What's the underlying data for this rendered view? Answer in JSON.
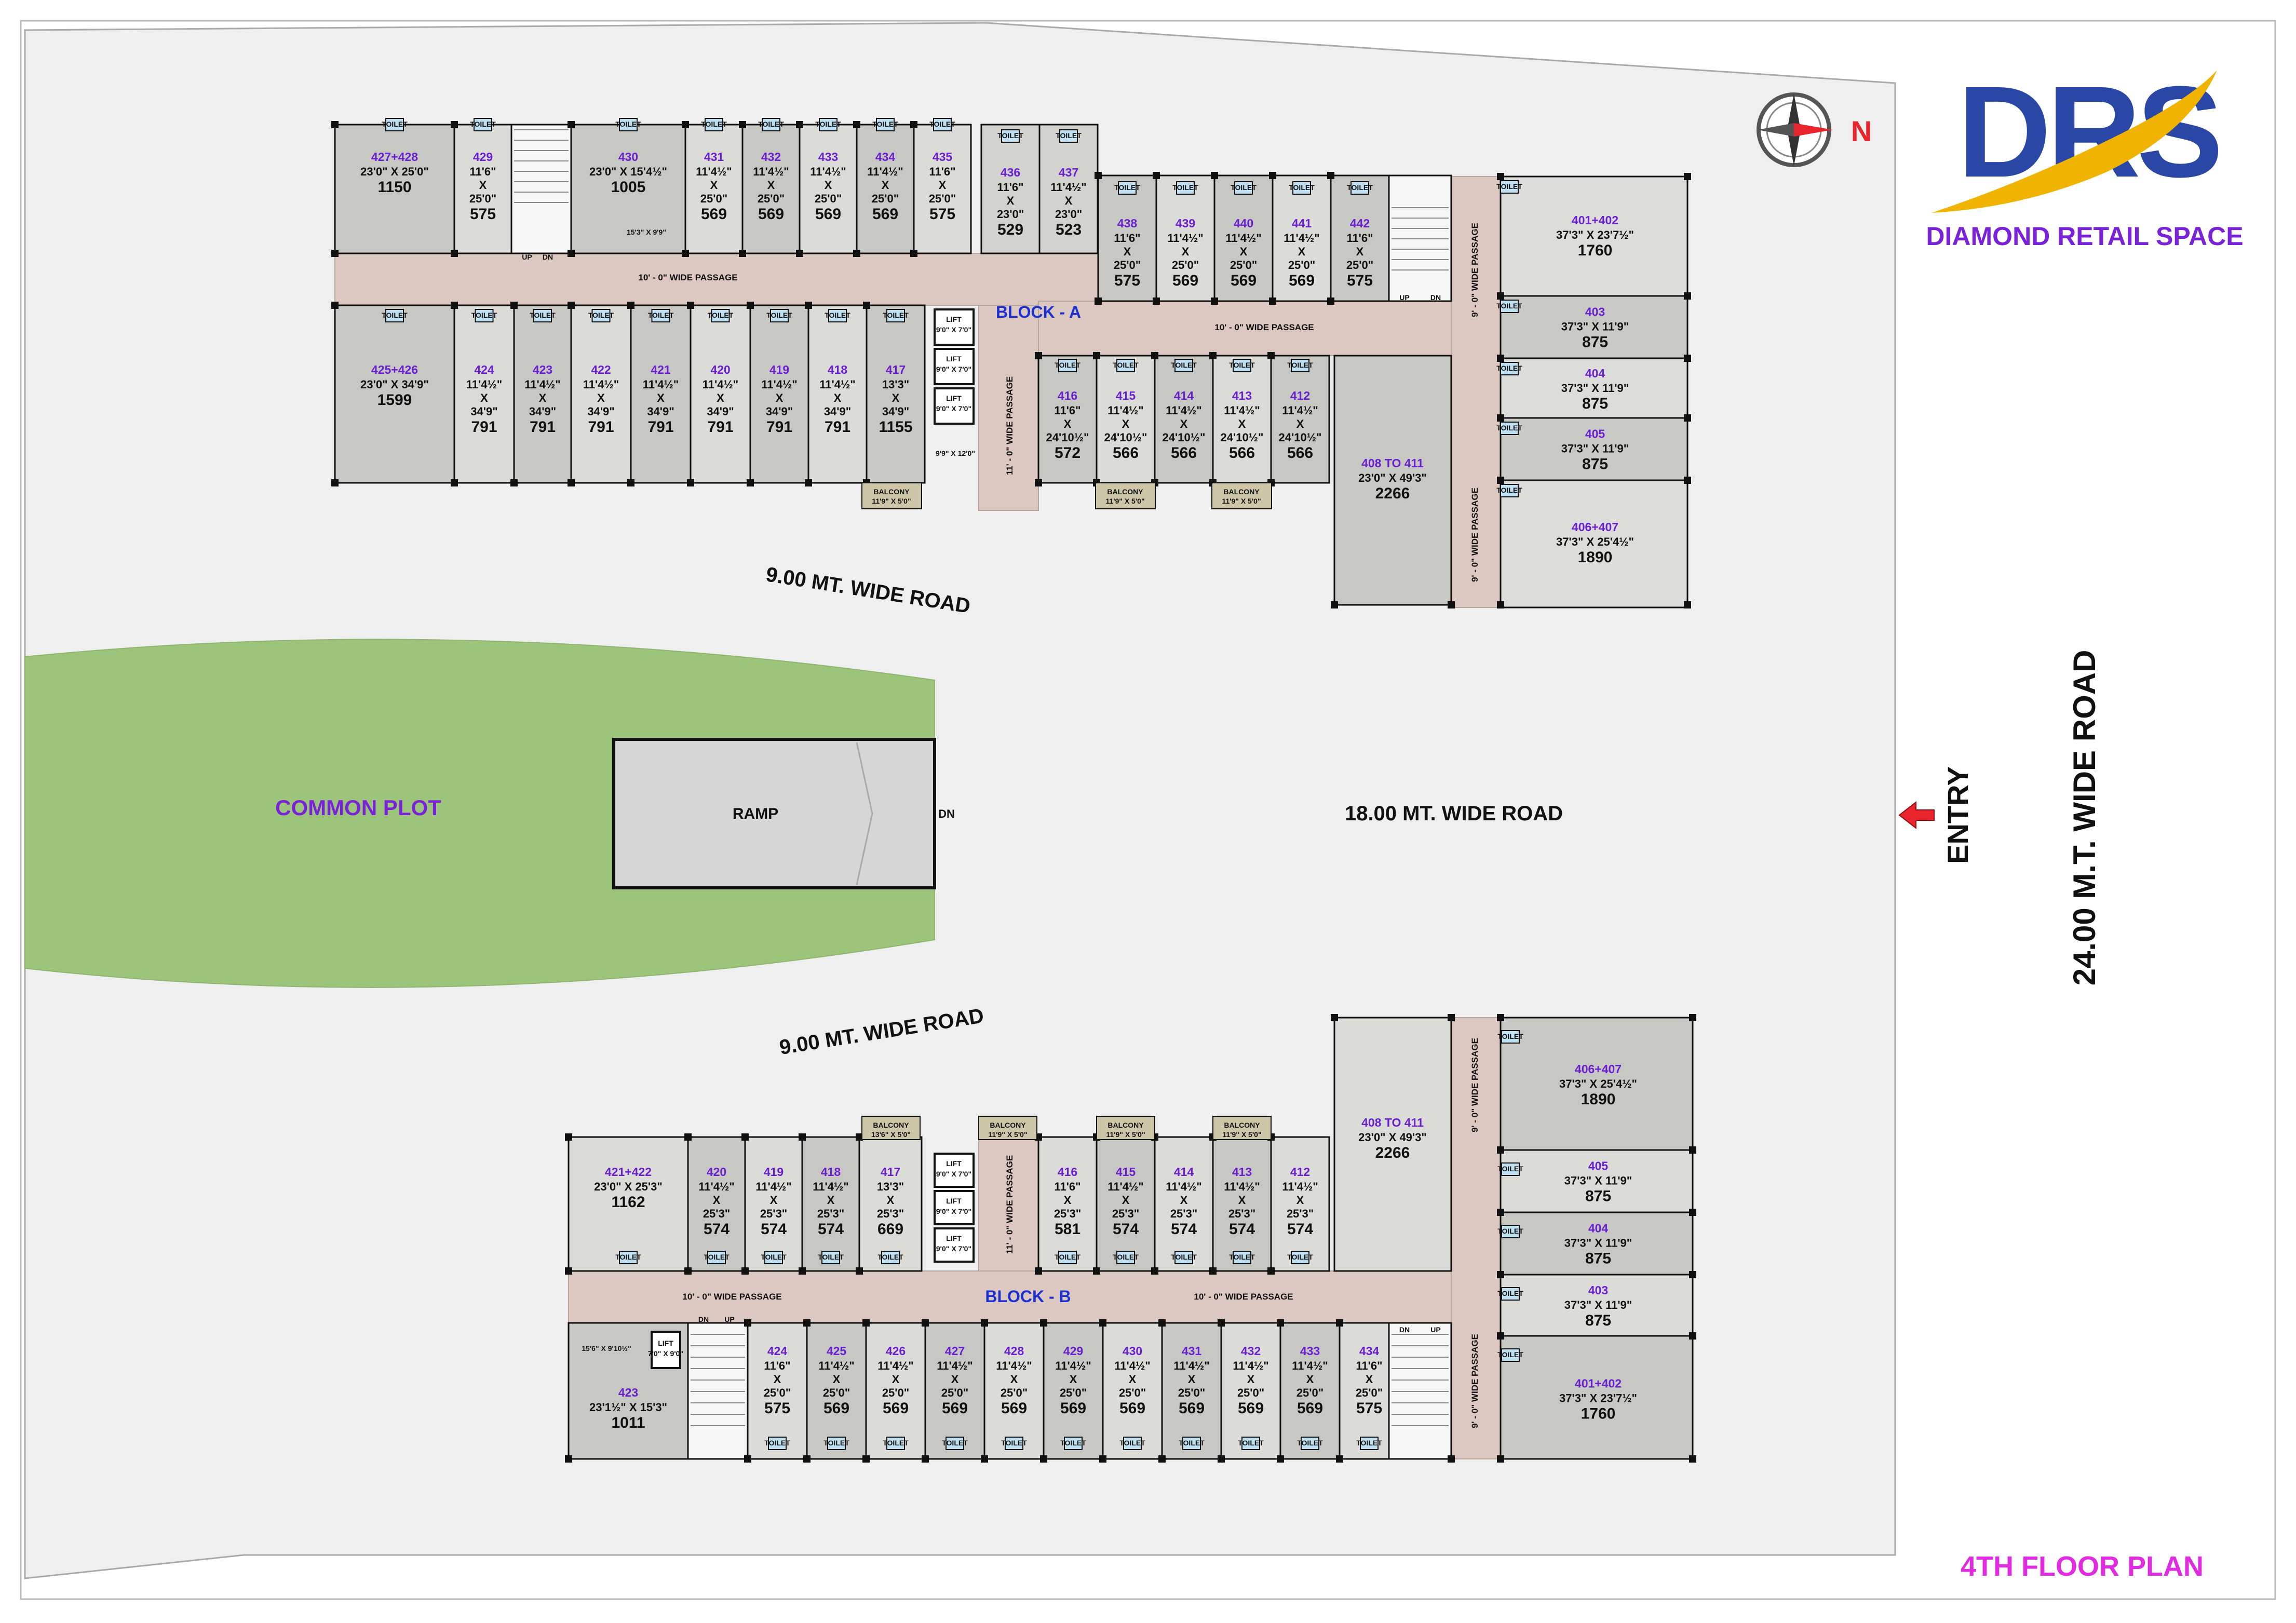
{
  "brand": {
    "logo_text": "DRS",
    "name": "DIAMOND RETAIL SPACE",
    "colors": {
      "blue": "#2a47a6",
      "red": "#e8252c",
      "gold": "#f0b400",
      "purple": "#7a22d8",
      "magenta": "#e02be0"
    }
  },
  "compass": {
    "north_label": "N",
    "icon": "compass-icon"
  },
  "sheet": {
    "plan_title": "4TH FLOOR PLAN"
  },
  "site": {
    "road_east": "24.00 M.T. WIDE ROAD",
    "entry": "ENTRY",
    "road_center": "18.00 MT. WIDE ROAD",
    "road_north": "9.00 MT. WIDE ROAD",
    "road_south": "9.00 MT. WIDE ROAD",
    "common_plot": "COMMON PLOT",
    "ramp": "RAMP",
    "ramp_dn": "DN"
  },
  "labels": {
    "passage_10": "10' - 0\" WIDE PASSAGE",
    "passage_11": "11' - 0\" WIDE PASSAGE",
    "passage_9": "9' - 0\" WIDE PASSAGE",
    "toilet": "TOILET",
    "lift": "LIFT",
    "up": "UP",
    "dn": "DN",
    "balcony": "BALCONY"
  },
  "block_a": {
    "name": "BLOCK - A",
    "lift_a1": "7'0\" X 9'0\"",
    "lift_b": "9'0\" X 7'0\"",
    "lobby_dim": "15'3\" X 9'9\"",
    "lobby2_dim": "9'9\" X 12'0\"",
    "balcony_dim": "11'9\" X 5'0\"",
    "top_units": [
      {
        "no": "427+428",
        "d": [
          "23'0\" X 25'0\""
        ],
        "area": "1150"
      },
      {
        "no": "429",
        "d": [
          "11'6\"",
          "X",
          "25'0\""
        ],
        "area": "575"
      },
      {
        "no": "430",
        "d": [
          "23'0\" X 15'4½\""
        ],
        "area": "1005"
      },
      {
        "no": "431",
        "d": [
          "11'4½\"",
          "X",
          "25'0\""
        ],
        "area": "569"
      },
      {
        "no": "432",
        "d": [
          "11'4½\"",
          "X",
          "25'0\""
        ],
        "area": "569"
      },
      {
        "no": "433",
        "d": [
          "11'4½\"",
          "X",
          "25'0\""
        ],
        "area": "569"
      },
      {
        "no": "434",
        "d": [
          "11'4½\"",
          "X",
          "25'0\""
        ],
        "area": "569"
      },
      {
        "no": "435",
        "d": [
          "11'6\"",
          "X",
          "25'0\""
        ],
        "area": "575"
      },
      {
        "no": "436",
        "d": [
          "11'6\"",
          "X",
          "23'0\""
        ],
        "area": "529"
      },
      {
        "no": "437",
        "d": [
          "11'4½\"",
          "X",
          "23'0\""
        ],
        "area": "523"
      },
      {
        "no": "438",
        "d": [
          "11'6\"",
          "X",
          "25'0\""
        ],
        "area": "575"
      },
      {
        "no": "439",
        "d": [
          "11'4½\"",
          "X",
          "25'0\""
        ],
        "area": "569"
      },
      {
        "no": "440",
        "d": [
          "11'4½\"",
          "X",
          "25'0\""
        ],
        "area": "569"
      },
      {
        "no": "441",
        "d": [
          "11'4½\"",
          "X",
          "25'0\""
        ],
        "area": "569"
      },
      {
        "no": "442",
        "d": [
          "11'6\"",
          "X",
          "25'0\""
        ],
        "area": "575"
      }
    ],
    "bottom_units": [
      {
        "no": "425+426",
        "d": [
          "23'0\" X 34'9\""
        ],
        "area": "1599"
      },
      {
        "no": "424",
        "d": [
          "11'4½\"",
          "X",
          "34'9\""
        ],
        "area": "791"
      },
      {
        "no": "423",
        "d": [
          "11'4½\"",
          "X",
          "34'9\""
        ],
        "area": "791"
      },
      {
        "no": "422",
        "d": [
          "11'4½\"",
          "X",
          "34'9\""
        ],
        "area": "791"
      },
      {
        "no": "421",
        "d": [
          "11'4½\"",
          "X",
          "34'9\""
        ],
        "area": "791"
      },
      {
        "no": "420",
        "d": [
          "11'4½\"",
          "X",
          "34'9\""
        ],
        "area": "791"
      },
      {
        "no": "419",
        "d": [
          "11'4½\"",
          "X",
          "34'9\""
        ],
        "area": "791"
      },
      {
        "no": "418",
        "d": [
          "11'4½\"",
          "X",
          "34'9\""
        ],
        "area": "791"
      },
      {
        "no": "417",
        "d": [
          "13'3\"",
          "X",
          "34'9\""
        ],
        "area": "1155"
      },
      {
        "no": "416",
        "d": [
          "11'6\"",
          "X",
          "24'10½\""
        ],
        "area": "572"
      },
      {
        "no": "415",
        "d": [
          "11'4½\"",
          "X",
          "24'10½\""
        ],
        "area": "566"
      },
      {
        "no": "414",
        "d": [
          "11'4½\"",
          "X",
          "24'10½\""
        ],
        "area": "566"
      },
      {
        "no": "413",
        "d": [
          "11'4½\"",
          "X",
          "24'10½\""
        ],
        "area": "566"
      },
      {
        "no": "412",
        "d": [
          "11'4½\"",
          "X",
          "24'10½\""
        ],
        "area": "566"
      },
      {
        "no": "408 TO 411",
        "d": [
          "23'0\" X 49'3\""
        ],
        "area": "2266"
      }
    ],
    "right_units": [
      {
        "no": "401+402",
        "d": [
          "37'3\" X 23'7½\""
        ],
        "area": "1760"
      },
      {
        "no": "403",
        "d": [
          "37'3\" X 11'9\""
        ],
        "area": "875"
      },
      {
        "no": "404",
        "d": [
          "37'3\" X 11'9\""
        ],
        "area": "875"
      },
      {
        "no": "405",
        "d": [
          "37'3\" X 11'9\""
        ],
        "area": "875"
      },
      {
        "no": "406+407",
        "d": [
          "37'3\" X 25'4½\""
        ],
        "area": "1890"
      }
    ]
  },
  "block_b": {
    "name": "BLOCK - B",
    "lift_a": "7'0\" X 9'0\"",
    "lift_b": "9'0\" X 7'0\"",
    "lobby_dim": "15'6\" X 9'10½\"",
    "balcony_dims": [
      "13'6\" X 5'0\"",
      "11'9\" X 5'0\"",
      "11'9\" X 5'0\"",
      "11'9\" X 5'0\""
    ],
    "top_units": [
      {
        "no": "421+422",
        "d": [
          "23'0\" X 25'3\""
        ],
        "area": "1162"
      },
      {
        "no": "420",
        "d": [
          "11'4½\"",
          "X",
          "25'3\""
        ],
        "area": "574"
      },
      {
        "no": "419",
        "d": [
          "11'4½\"",
          "X",
          "25'3\""
        ],
        "area": "574"
      },
      {
        "no": "418",
        "d": [
          "11'4½\"",
          "X",
          "25'3\""
        ],
        "area": "574"
      },
      {
        "no": "417",
        "d": [
          "13'3\"",
          "X",
          "25'3\""
        ],
        "area": "669"
      },
      {
        "no": "416",
        "d": [
          "11'6\"",
          "X",
          "25'3\""
        ],
        "area": "581"
      },
      {
        "no": "415",
        "d": [
          "11'4½\"",
          "X",
          "25'3\""
        ],
        "area": "574"
      },
      {
        "no": "414",
        "d": [
          "11'4½\"",
          "X",
          "25'3\""
        ],
        "area": "574"
      },
      {
        "no": "413",
        "d": [
          "11'4½\"",
          "X",
          "25'3\""
        ],
        "area": "574"
      },
      {
        "no": "412",
        "d": [
          "11'4½\"",
          "X",
          "25'3\""
        ],
        "area": "574"
      },
      {
        "no": "408 TO 411",
        "d": [
          "23'0\" X 49'3\""
        ],
        "area": "2266"
      }
    ],
    "bottom_units": [
      {
        "no": "423",
        "d": [
          "23'1½\" X 15'3\""
        ],
        "area": "1011"
      },
      {
        "no": "424",
        "d": [
          "11'6\"",
          "X",
          "25'0\""
        ],
        "area": "575"
      },
      {
        "no": "425",
        "d": [
          "11'4½\"",
          "X",
          "25'0\""
        ],
        "area": "569"
      },
      {
        "no": "426",
        "d": [
          "11'4½\"",
          "X",
          "25'0\""
        ],
        "area": "569"
      },
      {
        "no": "427",
        "d": [
          "11'4½\"",
          "X",
          "25'0\""
        ],
        "area": "569"
      },
      {
        "no": "428",
        "d": [
          "11'4½\"",
          "X",
          "25'0\""
        ],
        "area": "569"
      },
      {
        "no": "429",
        "d": [
          "11'4½\"",
          "X",
          "25'0\""
        ],
        "area": "569"
      },
      {
        "no": "430",
        "d": [
          "11'4½\"",
          "X",
          "25'0\""
        ],
        "area": "569"
      },
      {
        "no": "431",
        "d": [
          "11'4½\"",
          "X",
          "25'0\""
        ],
        "area": "569"
      },
      {
        "no": "432",
        "d": [
          "11'4½\"",
          "X",
          "25'0\""
        ],
        "area": "569"
      },
      {
        "no": "433",
        "d": [
          "11'4½\"",
          "X",
          "25'0\""
        ],
        "area": "569"
      },
      {
        "no": "434",
        "d": [
          "11'6\"",
          "X",
          "25'0\""
        ],
        "area": "575"
      }
    ],
    "right_units": [
      {
        "no": "406+407",
        "d": [
          "37'3\" X 25'4½\""
        ],
        "area": "1890"
      },
      {
        "no": "405",
        "d": [
          "37'3\" X 11'9\""
        ],
        "area": "875"
      },
      {
        "no": "404",
        "d": [
          "37'3\" X 11'9\""
        ],
        "area": "875"
      },
      {
        "no": "403",
        "d": [
          "37'3\" X 11'9\""
        ],
        "area": "875"
      },
      {
        "no": "401+402",
        "d": [
          "37'3\" X 23'7½\""
        ],
        "area": "1760"
      }
    ]
  }
}
